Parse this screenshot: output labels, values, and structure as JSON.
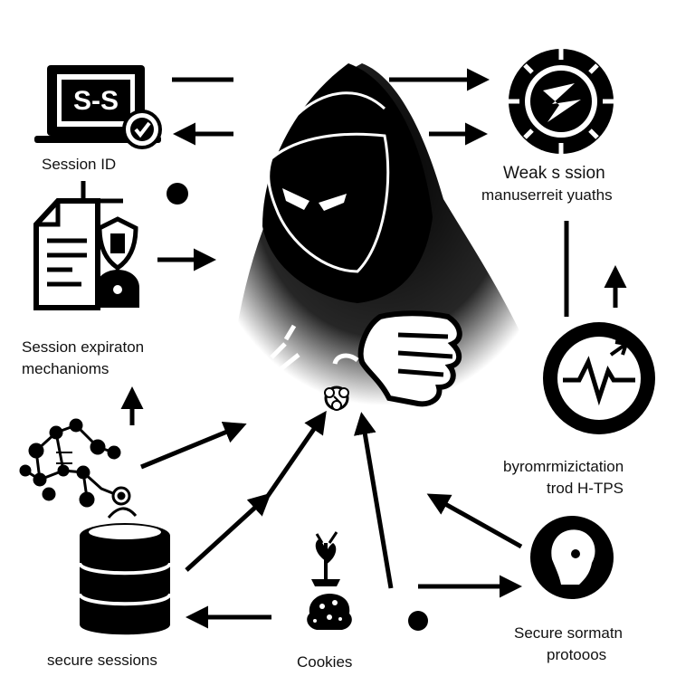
{
  "diagram": {
    "labels": {
      "session_id": "Session ID",
      "weak_line1": "Weak s ssion",
      "weak_line2": "manuserreit yuaths",
      "expiration_line1": "Session expiraton",
      "expiration_line2": "mechanioms",
      "sync_line1": "byromrmizictation",
      "sync_line2": "trod H-TPS",
      "secure_sessions": "secure sessions",
      "cookies": "Cookies",
      "secure_protocols_line1": "Secure sormatn",
      "secure_protocols_line2": "protooos"
    },
    "laptop_screen_text": "S-S",
    "icons": {
      "hacker": "hooded-hacker-icon",
      "laptop": "laptop-icon",
      "document": "document-shield-icon",
      "network": "network-nodes-icon",
      "database": "database-icon",
      "virus": "virus-icon",
      "heartbeat": "heartbeat-monitor-icon",
      "head": "head-profile-icon",
      "plant": "plant-icon",
      "cookie": "cookie-icon"
    },
    "colors": {
      "ink": "#000000",
      "background": "#ffffff"
    }
  }
}
